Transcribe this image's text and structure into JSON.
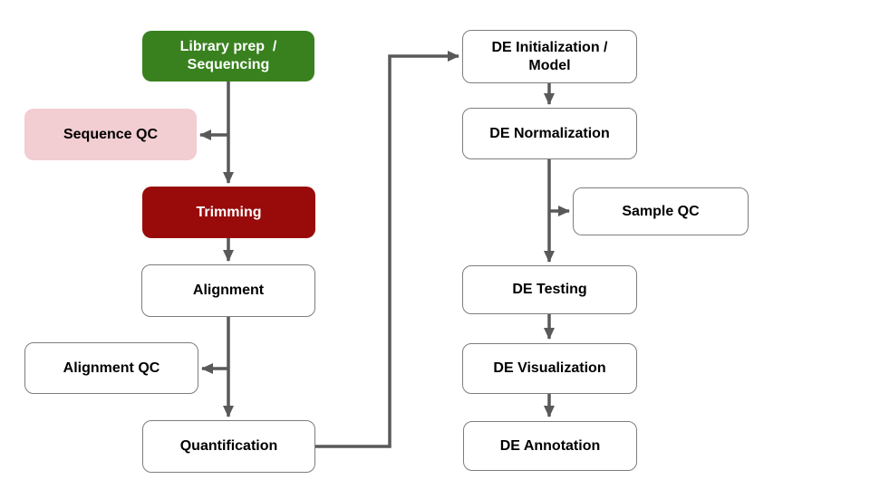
{
  "diagram": {
    "type": "flowchart",
    "nodes": {
      "library_prep": {
        "label": "Library prep  /\nSequencing",
        "fill": "#38811e",
        "text_color": "#ffffff"
      },
      "sequence_qc": {
        "label": "Sequence QC",
        "fill": "#f2cdd1",
        "text_color": "#000000"
      },
      "trimming": {
        "label": "Trimming",
        "fill": "#990b0b",
        "text_color": "#ffffff"
      },
      "alignment": {
        "label": "Alignment",
        "fill": "#ffffff",
        "text_color": "#000000"
      },
      "alignment_qc": {
        "label": "Alignment QC",
        "fill": "#ffffff",
        "text_color": "#000000"
      },
      "quantification": {
        "label": "Quantification",
        "fill": "#ffffff",
        "text_color": "#000000"
      },
      "de_initialization": {
        "label": "DE Initialization /\nModel",
        "fill": "#ffffff",
        "text_color": "#000000"
      },
      "de_normalization": {
        "label": "DE Normalization",
        "fill": "#ffffff",
        "text_color": "#000000"
      },
      "sample_qc": {
        "label": "Sample QC",
        "fill": "#ffffff",
        "text_color": "#000000"
      },
      "de_testing": {
        "label": "DE Testing",
        "fill": "#ffffff",
        "text_color": "#000000"
      },
      "de_visualization": {
        "label": "DE Visualization",
        "fill": "#ffffff",
        "text_color": "#000000"
      },
      "de_annotation": {
        "label": "DE Annotation",
        "fill": "#ffffff",
        "text_color": "#000000"
      }
    },
    "edges": [
      {
        "from": "library_prep",
        "to": "sequence_qc"
      },
      {
        "from": "library_prep",
        "to": "trimming"
      },
      {
        "from": "trimming",
        "to": "alignment"
      },
      {
        "from": "alignment",
        "to": "alignment_qc"
      },
      {
        "from": "alignment",
        "to": "quantification"
      },
      {
        "from": "quantification",
        "to": "de_initialization"
      },
      {
        "from": "de_initialization",
        "to": "de_normalization"
      },
      {
        "from": "de_normalization",
        "to": "sample_qc"
      },
      {
        "from": "de_normalization",
        "to": "de_testing"
      },
      {
        "from": "de_testing",
        "to": "de_visualization"
      },
      {
        "from": "de_visualization",
        "to": "de_annotation"
      }
    ],
    "colors": {
      "connector": "#595959",
      "box_border": "#7d7d7d",
      "background": "#ffffff",
      "green_node": "#38811e",
      "red_node": "#990b0b",
      "pink_node": "#f2cdd1"
    }
  }
}
